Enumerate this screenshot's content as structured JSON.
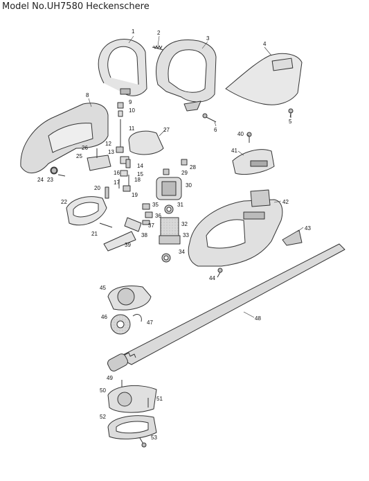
{
  "title": "Model No.UH7580 Heckenschere",
  "labels": [
    "1",
    "2",
    "3",
    "4",
    "5",
    "6",
    "8",
    "9",
    "10",
    "11",
    "12",
    "13",
    "14",
    "15",
    "16",
    "17",
    "18",
    "19",
    "20",
    "21",
    "22",
    "23",
    "24",
    "25",
    "26",
    "27",
    "28",
    "29",
    "30",
    "31",
    "32",
    "33",
    "34",
    "35",
    "36",
    "37",
    "38",
    "39",
    "40",
    "41",
    "42",
    "43",
    "44",
    "45",
    "46",
    "47",
    "48",
    "49",
    "50",
    "51",
    "52",
    "53"
  ]
}
